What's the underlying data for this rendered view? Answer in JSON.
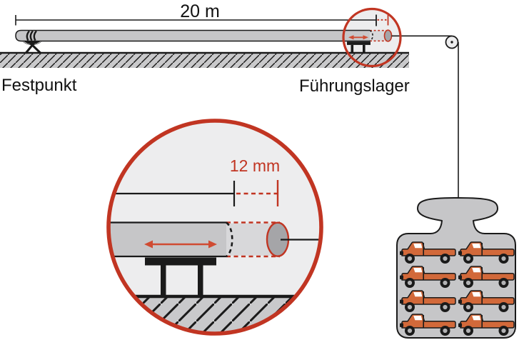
{
  "labels": {
    "beam_length": "20 m",
    "fixed_point": "Festpunkt",
    "guide_bearing": "Führungslager",
    "elongation": "12 mm"
  },
  "colors": {
    "red": "#c13522",
    "red-light": "#d04b32",
    "line": "#1a1a1a",
    "rod": "#c6c6c8",
    "rod-ghost": "#d8d8da",
    "rod-cap": "#a5a5a8",
    "lens-fill": "#ededee",
    "ground": "#c9c9cb",
    "weight": "#c6c6c8",
    "truck": "#d2693a",
    "hub": "#b2b2b4"
  },
  "weight": {
    "truck_rows": 4,
    "truck_cols": 2
  }
}
